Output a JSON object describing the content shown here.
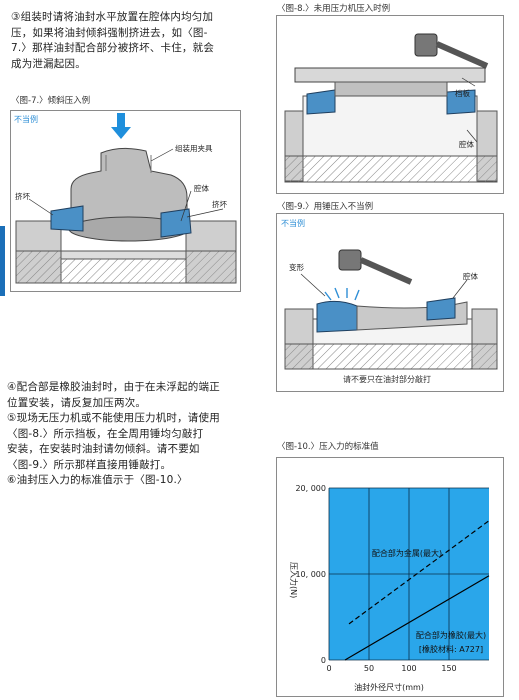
{
  "para1": [
    "③组装时请将油封水平放置在腔体内均匀加",
    "压，如果将油封倾斜强制挤进去，如〈图-",
    "7.〉那样油封配合部分被挤坏、卡住，就会",
    "成为泄漏起因。"
  ],
  "fig7": {
    "caption": "〈图-7.〉倾斜压入例",
    "warning": "不当例",
    "label_jig": "组装用夹具",
    "label_crush_left": "挤坏",
    "label_body": "腔体",
    "label_crush_right": "挤坏"
  },
  "fig8": {
    "caption": "〈图-8.〉未用压力机压入时例",
    "label_plate": "档板",
    "label_body": "腔体"
  },
  "fig9": {
    "caption": "〈图-9.〉用锤压入不当例",
    "warning": "不当例",
    "label_deform": "变形",
    "label_body": "腔体",
    "note": "请不要只在油封部分敲打"
  },
  "para2": [
    "④配合部是橡胶油封时，由于在未浮起的端正",
    "位置安装，请反复加压两次。",
    "⑤现场无压力机或不能使用压力机时，请使用",
    "〈图-8.〉所示挡板，在全周用锤均匀敲打",
    "安装，在安装时油封请勿倾斜。请不要如",
    "〈图-9.〉所示那样直接用锤敲打。",
    "⑥油封压入力的标准值示于〈图-10.〉"
  ],
  "fig10": {
    "caption": "〈图-10.〉压入力的标准值"
  },
  "colors": {
    "chart_bg": "#2aa6ea",
    "accent": "#1b6fb8",
    "warning": "#2f8fd6"
  },
  "chart_data": {
    "type": "line",
    "title": "",
    "xlabel": "油封外径尺寸(mm)",
    "ylabel": "压入力(N)",
    "xlim": [
      0,
      200
    ],
    "ylim": [
      0,
      20000
    ],
    "x_ticks": [
      "0",
      "50",
      "100",
      "150"
    ],
    "y_ticks": [
      "0",
      "10, 000",
      "20, 000"
    ],
    "series": [
      {
        "name": "配合部为金属(最大)",
        "style": "dashed",
        "x": [
          25,
          200
        ],
        "y": [
          4200,
          16200
        ]
      },
      {
        "name": "配合部为橡胶(最大)",
        "style": "solid",
        "x": [
          20,
          200
        ],
        "y": [
          0,
          9800
        ]
      }
    ],
    "annotation": "[橡胶材料: A727]"
  }
}
